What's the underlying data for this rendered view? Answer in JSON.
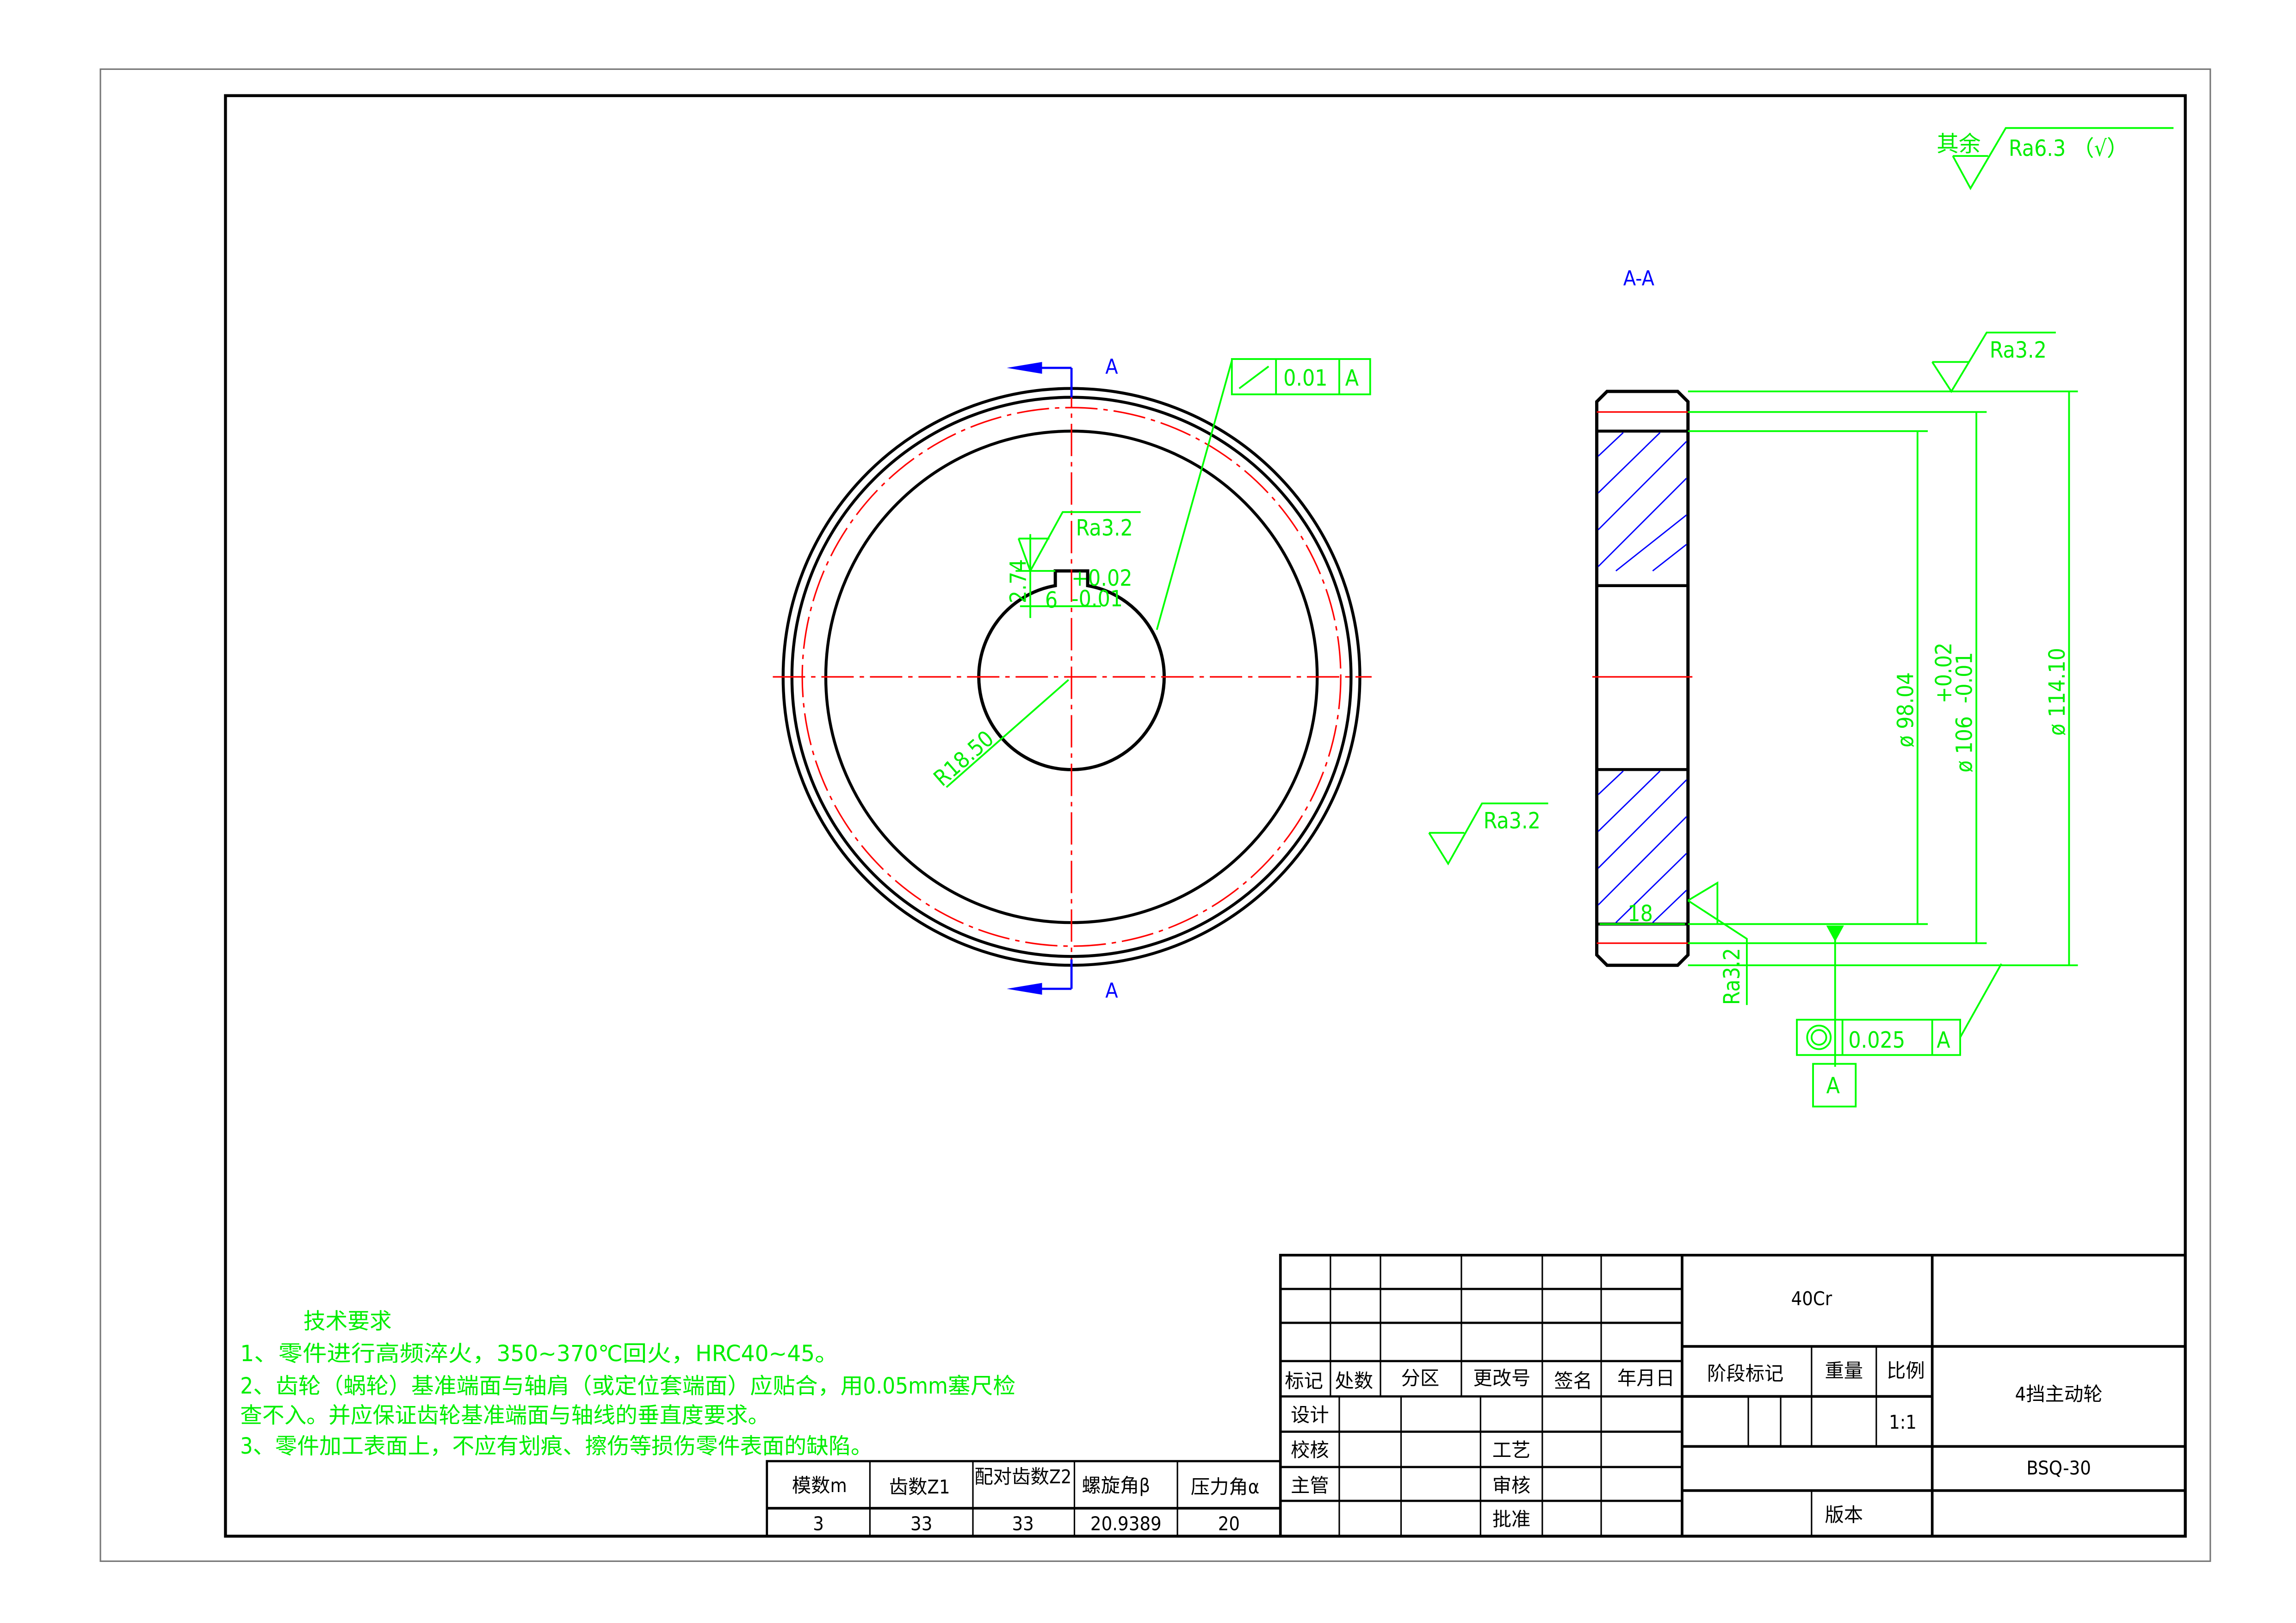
{
  "surface_finish": {
    "general_prefix": "其余",
    "general": "Ra6.3 （√）",
    "face_top": "Ra3.2",
    "side": "Ra3.2",
    "keyway": "Ra3.2",
    "bottom": "Ra3.2"
  },
  "section_label": "A-A",
  "cut_marks": {
    "top": "A",
    "bottom": "A"
  },
  "front_view": {
    "bore_radius": "R18.50",
    "key_height": "2.74",
    "key_width": "6",
    "key_tol_upper": "+0.02",
    "key_tol_lower": "-0.01",
    "runout_value": "0.01",
    "runout_datum": "A"
  },
  "section_view": {
    "width": "18",
    "d1": "ø 98.04",
    "d2": "ø 106",
    "d2_upper": "+0.02",
    "d2_lower": "-0.01",
    "d3": "ø 114.10",
    "concentricity_value": "0.025",
    "concentricity_datum": "A",
    "datum_label": "A"
  },
  "tech_requirements": {
    "title": "技术要求",
    "lines": [
      "1、零件进行高频淬火，350~370℃回火，HRC40~45。",
      "2、齿轮（蜗轮）基准端面与轴肩（或定位套端面）应贴合，用0.05mm塞尺检",
      "查不入。并应保证齿轮基准端面与轴线的垂直度要求。",
      "3、零件加工表面上，不应有划痕、擦伤等损伤零件表面的缺陷。"
    ]
  },
  "gear_params": {
    "headers": [
      "模数m",
      "齿数Z1",
      "配对齿数Z2",
      "螺旋角β",
      "压力角α"
    ],
    "values": [
      "3",
      "33",
      "33",
      "20.9389",
      "20"
    ]
  },
  "title_block": {
    "revision_headers": [
      "标记",
      "处数",
      "分区",
      "更改号",
      "签名",
      "年月日"
    ],
    "roles": [
      "设计",
      "校核",
      "主管"
    ],
    "roles2": [
      "工艺",
      "审核",
      "批准"
    ],
    "material": "40Cr",
    "stage_label": "阶段标记",
    "weight_label": "重量",
    "scale_label": "比例",
    "scale": "1:1",
    "part_name": "4挡主动轮",
    "drawing_no": "BSQ-30",
    "version_label": "版本"
  }
}
